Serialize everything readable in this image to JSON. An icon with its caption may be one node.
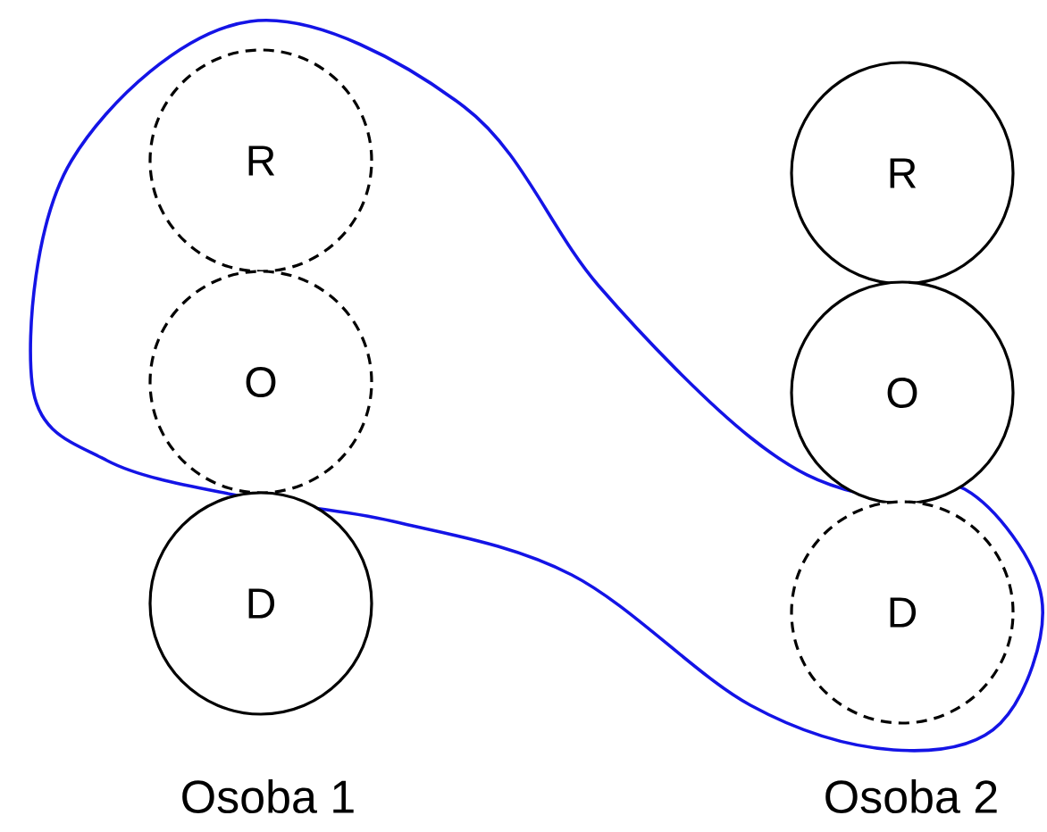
{
  "diagram": {
    "nodes": [
      {
        "text": [
          "R"
        ]
      },
      {
        "text": [
          "O"
        ]
      },
      {
        "text": [
          "D"
        ]
      },
      {
        "text": [
          "R"
        ]
      },
      {
        "text": [
          "O"
        ]
      },
      {
        "text": [
          "D"
        ]
      }
    ],
    "labels": [
      "Osoba 1",
      "Osoba 2"
    ]
  }
}
